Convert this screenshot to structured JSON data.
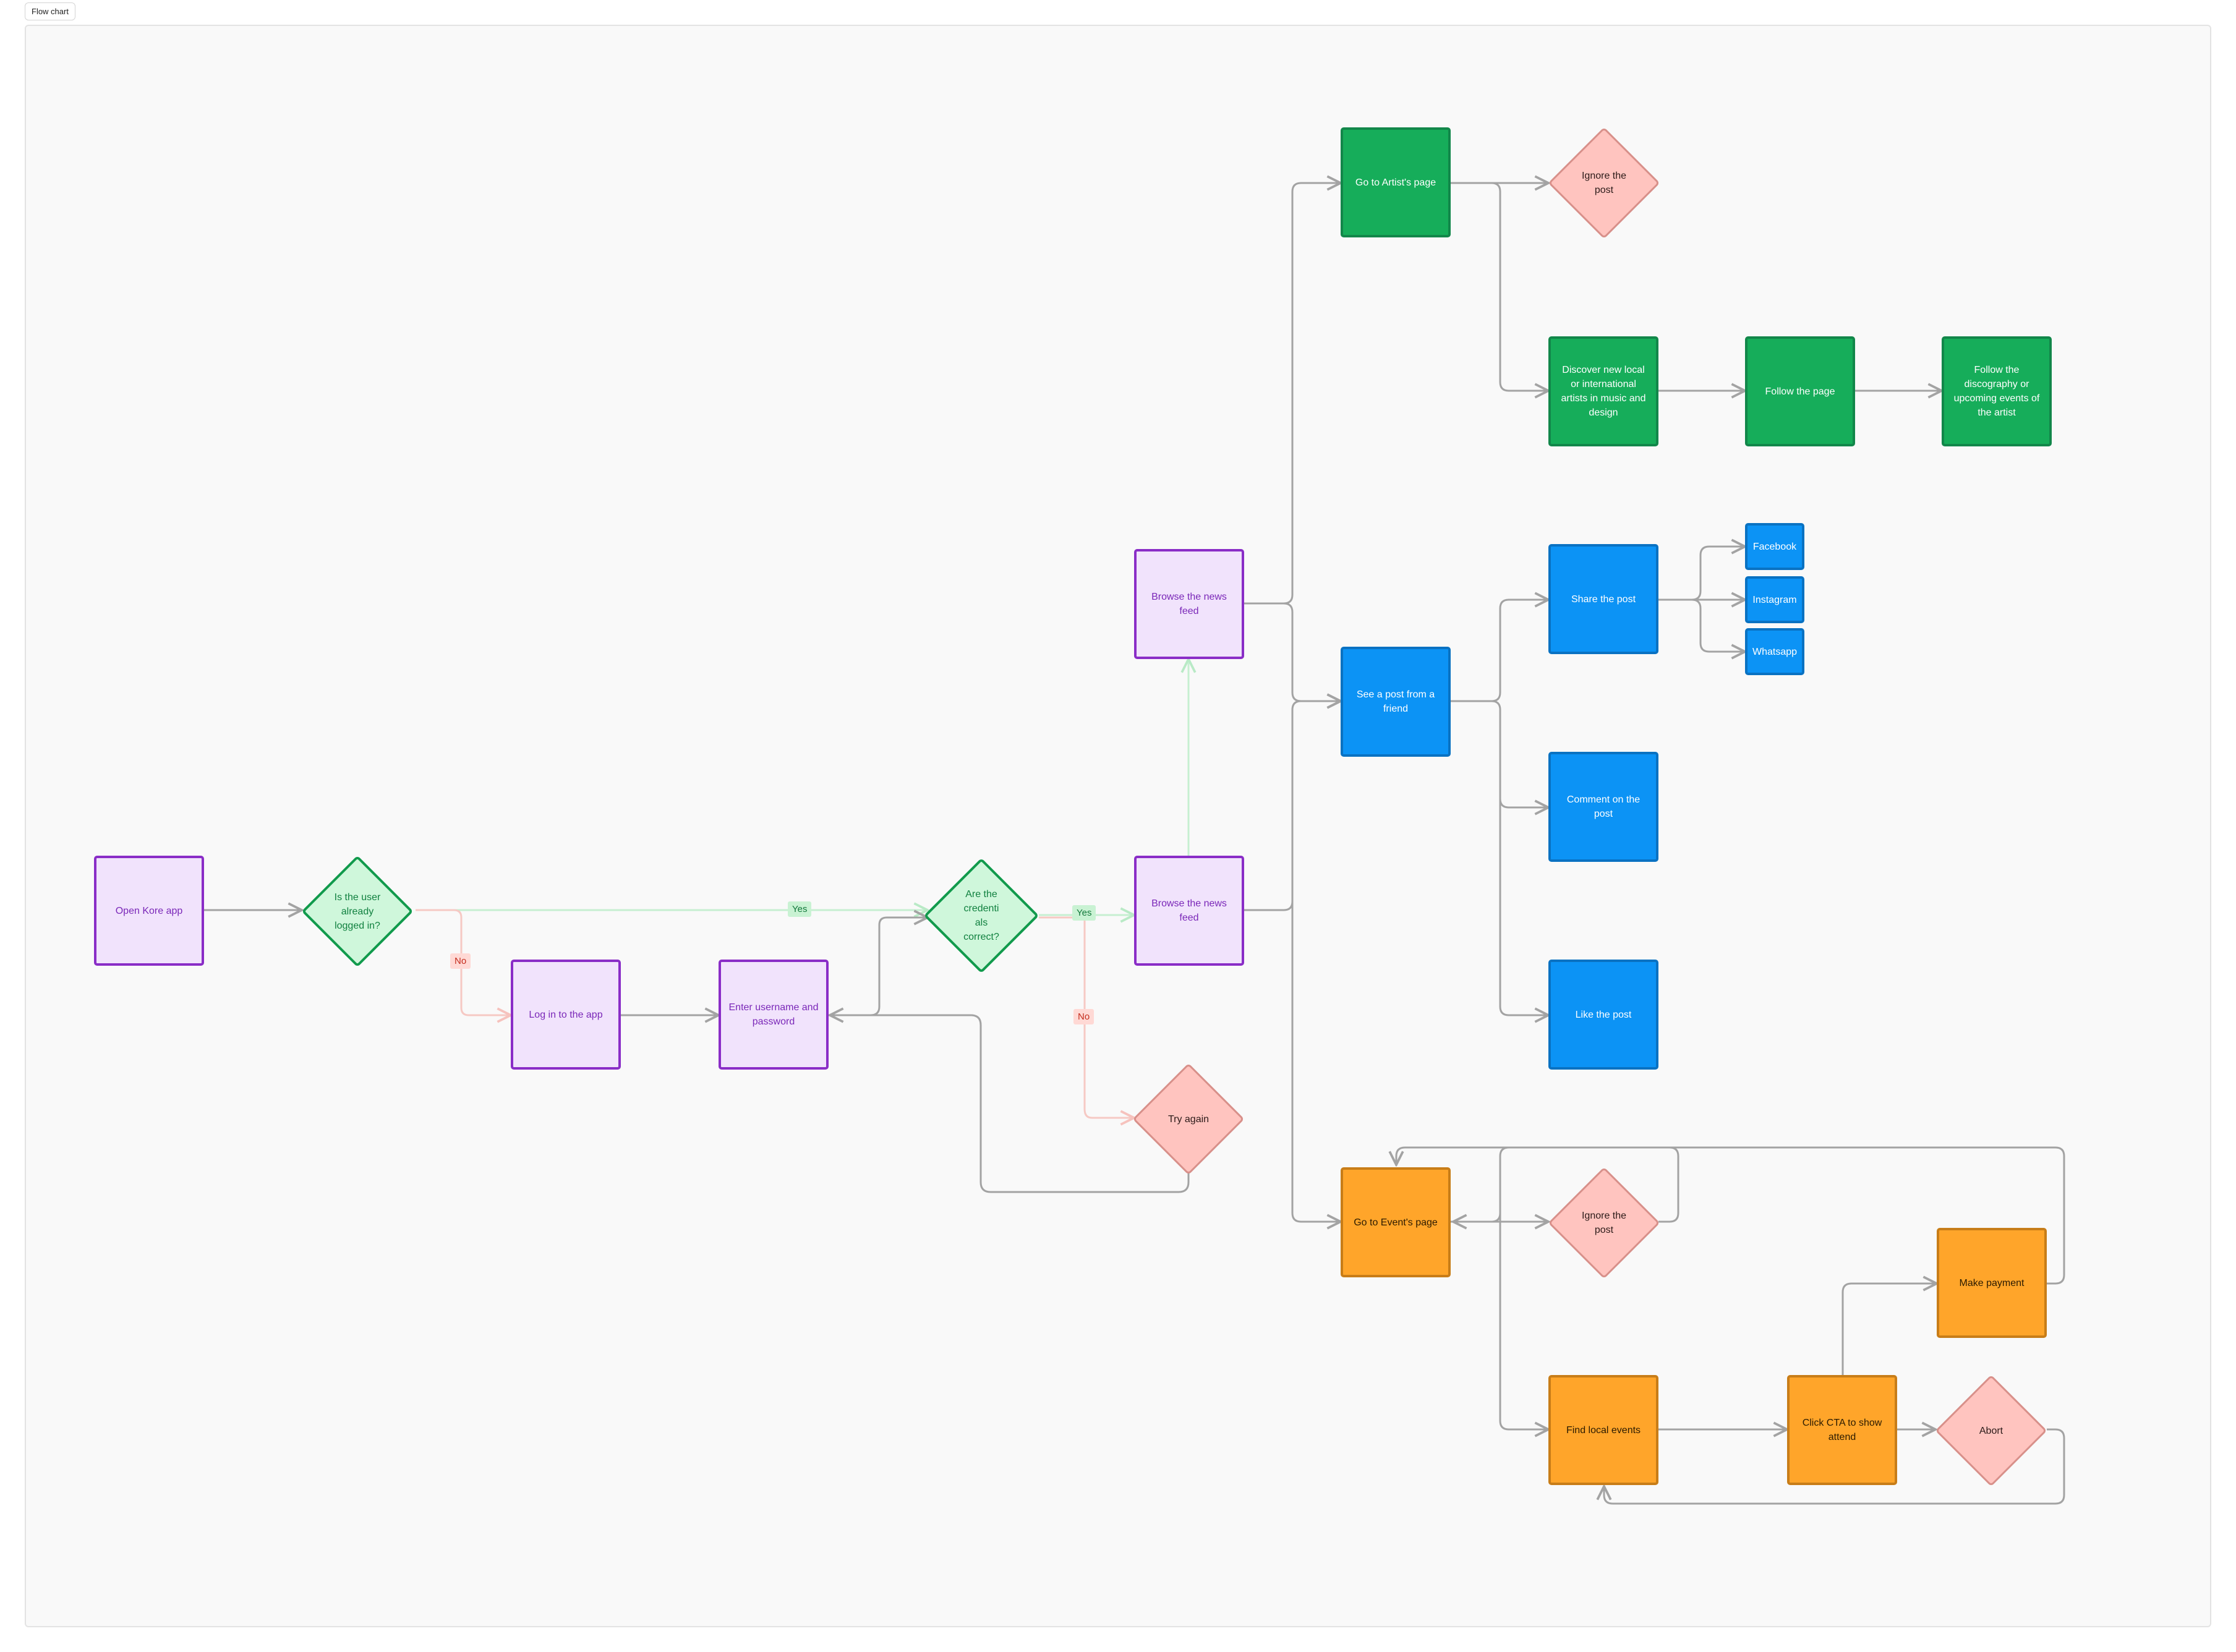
{
  "frame_label": "Flow chart",
  "colors": {
    "purple": "#8a2dc7",
    "green": "#16ad5a",
    "blue": "#0c93f5",
    "orange": "#ffa52a",
    "pink": "#ffc4bf"
  },
  "nodes": {
    "open_app": "Open Kore app",
    "logged_in_q": "Is the user already logged in?",
    "login": "Log in to the app",
    "enter_creds": "Enter username and password",
    "creds_q": "Are the credenti als correct?",
    "try_again": "Try again",
    "browse_feed_1": "Browse the news feed",
    "browse_feed_2": "Browse the news feed",
    "artist_page": "Go to Artist's page",
    "ignore_post_1": "Ignore the post",
    "discover": "Discover new local or international artists in music and design",
    "follow_page": "Follow the page",
    "follow_discography": "Follow the discography or upcoming events of the artist",
    "see_post": "See a post from a friend",
    "share_post": "Share the post",
    "facebook": "Facebook",
    "instagram": "Instagram",
    "whatsapp": "Whatsapp",
    "comment_post": "Comment on the post",
    "like_post": "Like the post",
    "event_page": "Go to Event's page",
    "ignore_post_2": "Ignore the post",
    "find_events": "Find local events",
    "click_cta": "Click CTA to show attend",
    "make_payment": "Make payment",
    "abort": "Abort"
  },
  "edge_labels": {
    "yes_1": "Yes",
    "no_1": "No",
    "yes_2": "Yes",
    "no_2": "No"
  }
}
